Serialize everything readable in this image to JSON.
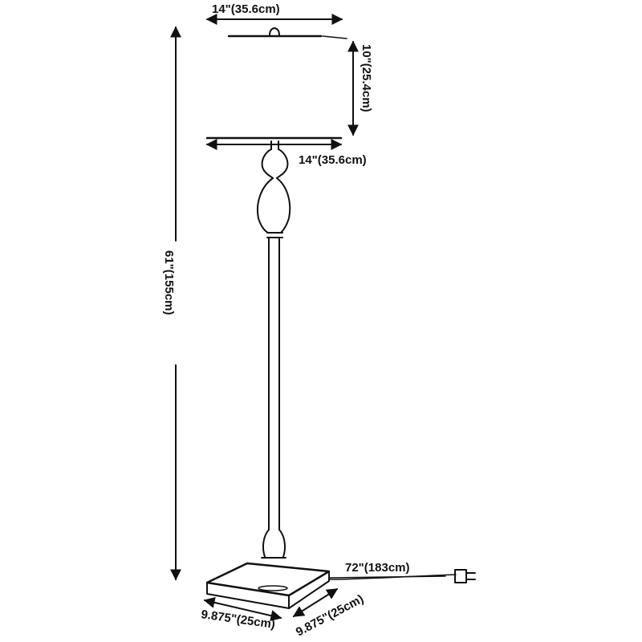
{
  "diagram": {
    "line_color": "#111111",
    "background": "#ffffff",
    "dimensions": {
      "shade_top_width": "14\"(35.6cm)",
      "shade_height": "10\"(25.4cm)",
      "shade_bottom_width": "14\"(35.6cm)",
      "total_height": "61\"(155cm)",
      "cord_length": "72\"(183cm)",
      "base_width": "9.875\"(25cm)",
      "base_depth": "9.875\"(25cm)"
    }
  }
}
